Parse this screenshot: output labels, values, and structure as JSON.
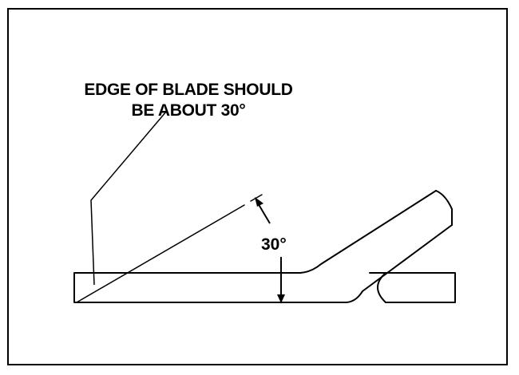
{
  "figure": {
    "callout": {
      "line1": "EDGE OF BLADE SHOULD",
      "line2": "BE ABOUT 30°"
    },
    "angle_label": "30°"
  }
}
